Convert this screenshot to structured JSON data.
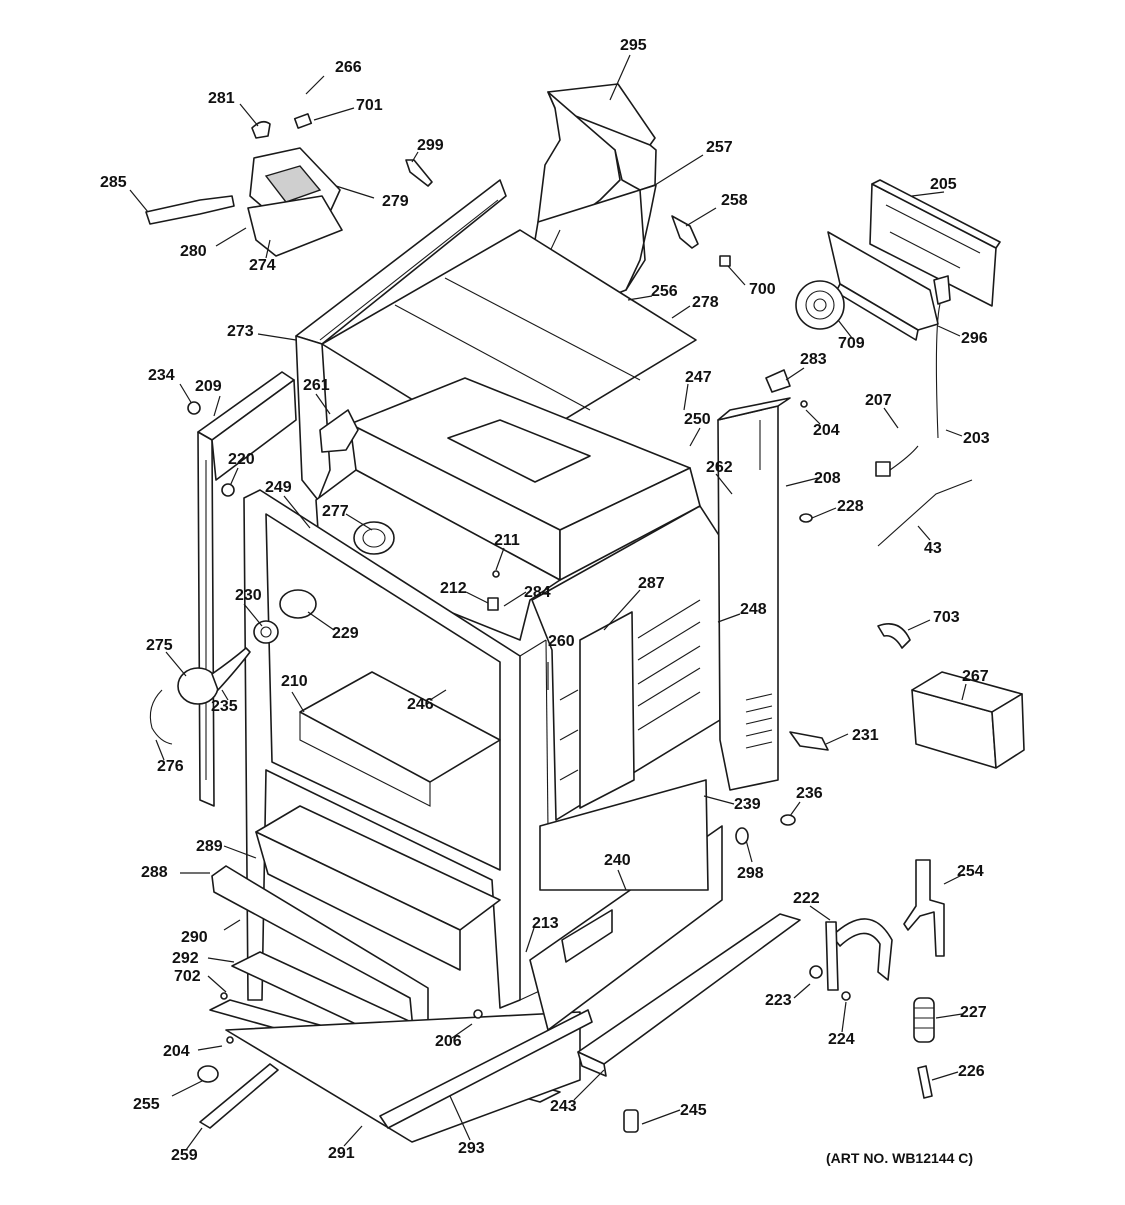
{
  "diagram": {
    "art_number": "(ART NO. WB12144 C)",
    "part_labels": [
      "295",
      "266",
      "281",
      "701",
      "299",
      "257",
      "285",
      "279",
      "258",
      "205",
      "280",
      "274",
      "700",
      "256",
      "278",
      "709",
      "296",
      "273",
      "247",
      "283",
      "234",
      "209",
      "261",
      "250",
      "204",
      "207",
      "203",
      "262",
      "220",
      "208",
      "228",
      "249",
      "277",
      "43",
      "211",
      "212",
      "284",
      "287",
      "230",
      "229",
      "248",
      "703",
      "275",
      "260",
      "267",
      "210",
      "246",
      "235",
      "231",
      "276",
      "239",
      "236",
      "289",
      "298",
      "288",
      "240",
      "222",
      "254",
      "290",
      "213",
      "292",
      "702",
      "223",
      "227",
      "206",
      "224",
      "204",
      "255",
      "243",
      "245",
      "226",
      "259",
      "291",
      "293"
    ]
  }
}
